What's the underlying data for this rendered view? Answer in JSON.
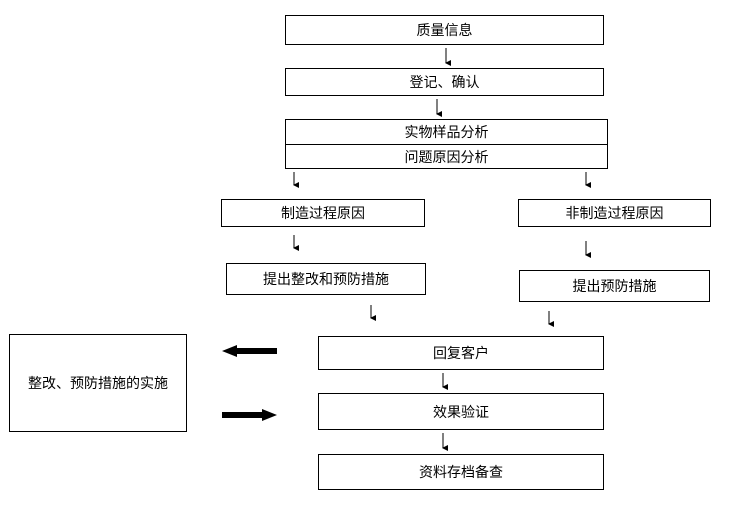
{
  "nodes": {
    "quality_info": "质量信息",
    "register_confirm": "登记、确认",
    "physical_sample_analysis": "实物样品分析",
    "problem_cause_analysis": "问题原因分析",
    "manufacturing_cause": "制造过程原因",
    "non_manufacturing_cause": "非制造过程原因",
    "propose_corrective_preventive": "提出整改和预防措施",
    "propose_preventive": "提出预防措施",
    "reply_customer": "回复客户",
    "implementation": "整改、预防措施的实施",
    "effect_verification": "效果验证",
    "archive_for_reference": "资料存档备查"
  }
}
